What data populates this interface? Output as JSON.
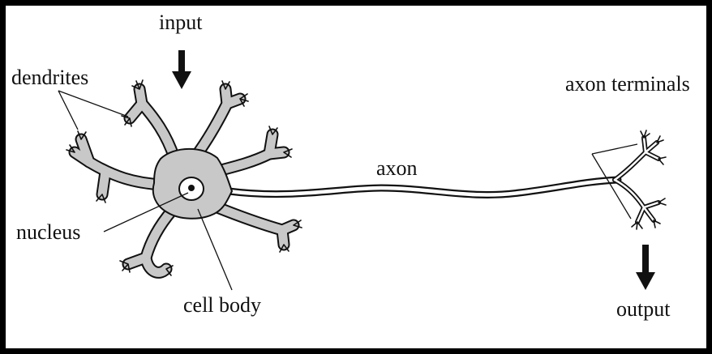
{
  "labels": {
    "input": "input",
    "dendrites": "dendrites",
    "nucleus": "nucleus",
    "cell_body": "cell body",
    "axon": "axon",
    "axon_terminals": "axon terminals",
    "output": "output"
  },
  "colors": {
    "cell_fill": "#c8c8c8",
    "outline": "#111111",
    "background": "#ffffff",
    "border": "#000000"
  },
  "icons": {
    "input_arrow": "arrow-down-icon",
    "output_arrow": "arrow-down-icon"
  }
}
